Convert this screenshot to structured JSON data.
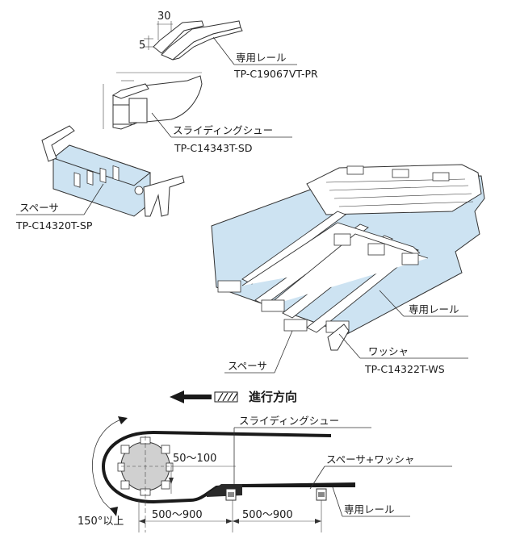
{
  "labels": {
    "rail_top": "専用レール",
    "rail_top_code": "TP-C19067VT-PR",
    "shoe": "スライディングシュー",
    "shoe_code": "TP-C14343T-SD",
    "spacer": "スペーサ",
    "spacer_code": "TP-C14320T-SP",
    "rail_mid": "専用レール",
    "washer": "ワッシャ",
    "washer_code": "TP-C14322T-WS",
    "spacer_mid": "スペーサ",
    "direction": "進行方向",
    "shoe_bottom": "スライディングシュー",
    "spacer_washer": "スペーサ+ワッシャ",
    "rail_bottom": "専用レール"
  },
  "dimensions": {
    "width_30": "30",
    "height_5": "5",
    "gap_50_100": "50～100",
    "len_500_900_a": "500～900",
    "len_500_900_b": "500～900",
    "angle_150": "150°以上"
  },
  "colors": {
    "part_fill": "#cde3f2",
    "outline": "#333333",
    "belt_dark": "#2a2a2a"
  }
}
